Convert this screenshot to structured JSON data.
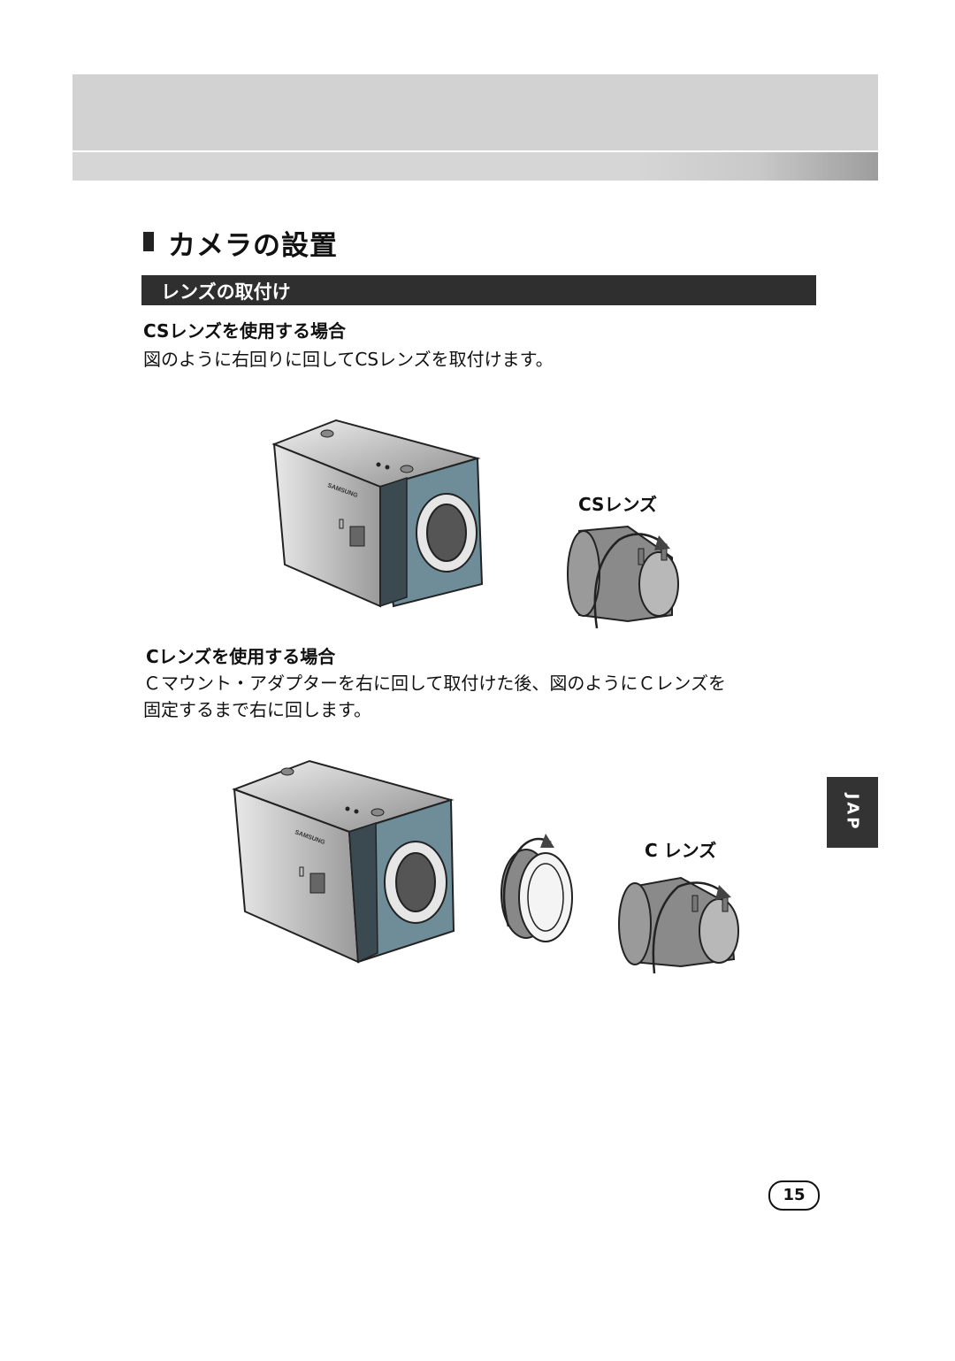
{
  "title": "カメラの設置",
  "section": "レンズの取付け",
  "cs": {
    "heading": "CSレンズを使用する場合",
    "text": "図のように右回りに回してCSレンズを取付けます。",
    "label": "CSレンズ"
  },
  "c": {
    "heading": "Cレンズを使用する場合",
    "text1": "Ｃマウント・アダプターを右に回して取付けた後、図のようにＣレンズを",
    "text2": "固定するまで右に回します。",
    "label": "C レンズ"
  },
  "camera_brand": "SAMSUNG",
  "side_tab": "JAP",
  "page_number": "15",
  "colors": {
    "header": "#d2d2d2",
    "section_bar": "#2f2f2f",
    "camera_front": "#6f8d98",
    "lens": "#8a8a8a"
  }
}
